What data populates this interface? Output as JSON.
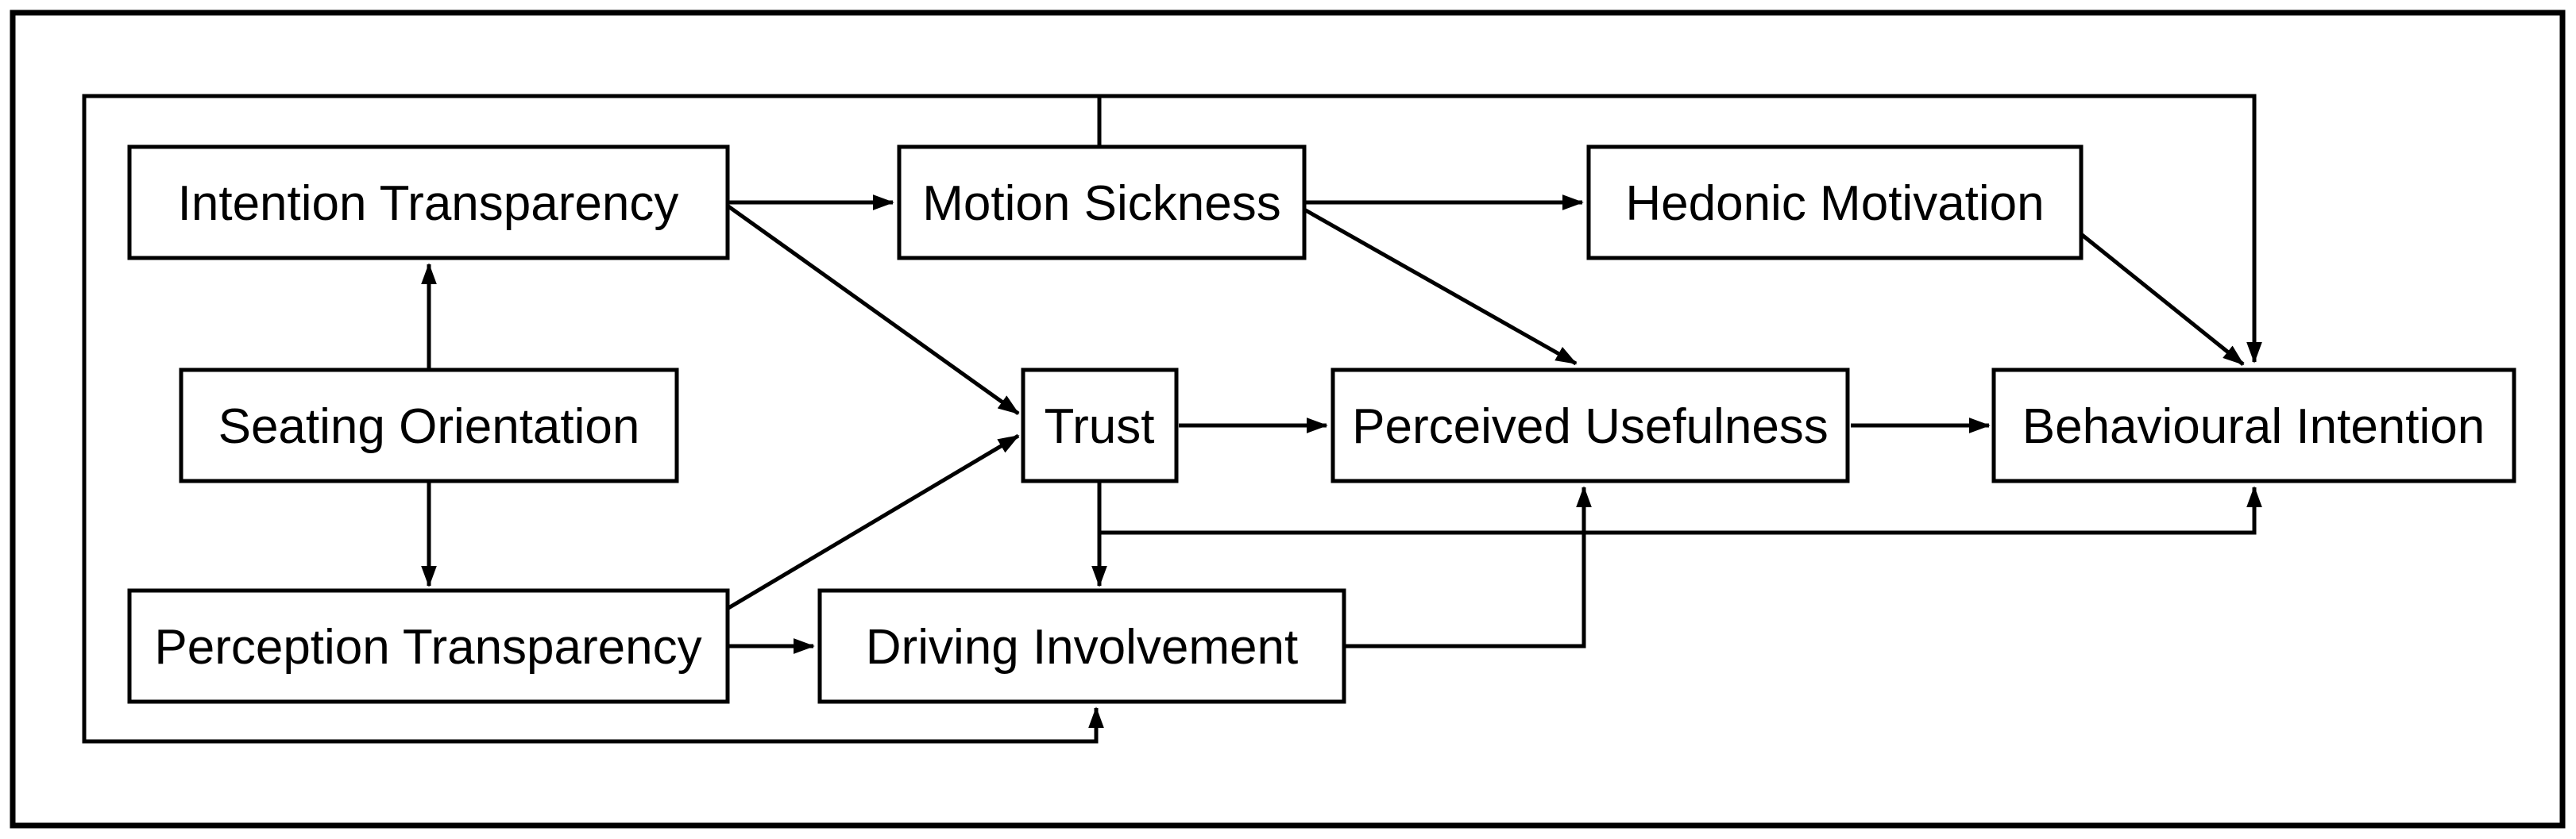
{
  "figure": {
    "title": "Research model diagram",
    "background_color": "#ffffff",
    "line_color": "#000000"
  },
  "nodes": {
    "intention_transparency": {
      "label": "Intention Transparency"
    },
    "motion_sickness": {
      "label": "Motion Sickness"
    },
    "hedonic_motivation": {
      "label": "Hedonic Motivation"
    },
    "seating_orientation": {
      "label": "Seating Orientation"
    },
    "trust": {
      "label": "Trust"
    },
    "perceived_usefulness": {
      "label": "Perceived Usefulness"
    },
    "behavioural_intention": {
      "label": "Behavioural Intention"
    },
    "perception_transparency": {
      "label": "Perception Transparency"
    },
    "driving_involvement": {
      "label": "Driving Involvement"
    }
  },
  "edges": [
    {
      "from": "seating_orientation",
      "to": "intention_transparency",
      "route": "straight-up"
    },
    {
      "from": "seating_orientation",
      "to": "perception_transparency",
      "route": "straight-down"
    },
    {
      "from": "intention_transparency",
      "to": "motion_sickness",
      "route": "straight"
    },
    {
      "from": "intention_transparency",
      "to": "trust",
      "route": "diagonal"
    },
    {
      "from": "motion_sickness",
      "to": "hedonic_motivation",
      "route": "straight"
    },
    {
      "from": "motion_sickness",
      "to": "perceived_usefulness",
      "route": "diagonal"
    },
    {
      "from": "motion_sickness",
      "to": "behavioural_intention",
      "route": "orthogonal-top"
    },
    {
      "from": "motion_sickness",
      "to": "driving_involvement",
      "route": "orthogonal-left-bottom"
    },
    {
      "from": "hedonic_motivation",
      "to": "behavioural_intention",
      "route": "diagonal"
    },
    {
      "from": "trust",
      "to": "perceived_usefulness",
      "route": "straight"
    },
    {
      "from": "trust",
      "to": "driving_involvement",
      "route": "straight-down"
    },
    {
      "from": "trust",
      "to": "behavioural_intention",
      "route": "orthogonal-bottom"
    },
    {
      "from": "perceived_usefulness",
      "to": "behavioural_intention",
      "route": "straight"
    },
    {
      "from": "perception_transparency",
      "to": "trust",
      "route": "diagonal"
    },
    {
      "from": "perception_transparency",
      "to": "driving_involvement",
      "route": "straight"
    },
    {
      "from": "driving_involvement",
      "to": "perceived_usefulness",
      "route": "orthogonal-right-up"
    }
  ]
}
